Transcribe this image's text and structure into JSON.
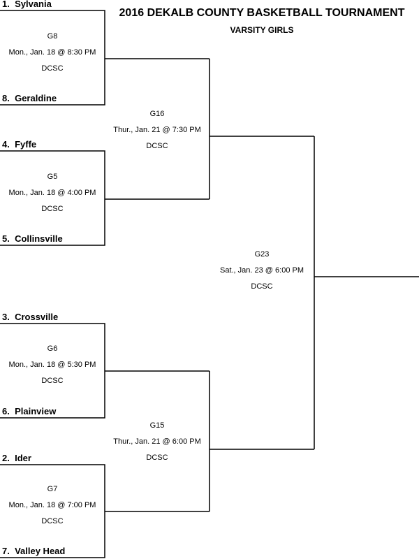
{
  "header": {
    "title": "2016 DEKALB COUNTY BASKETBALL TOURNAMENT",
    "subtitle": "VARSITY GIRLS"
  },
  "teams": [
    {
      "seed": "1.",
      "name": "Sylvania"
    },
    {
      "seed": "8.",
      "name": "Geraldine"
    },
    {
      "seed": "4.",
      "name": "Fyffe"
    },
    {
      "seed": "5.",
      "name": "Collinsville"
    },
    {
      "seed": "3.",
      "name": "Crossville"
    },
    {
      "seed": "6.",
      "name": "Plainview"
    },
    {
      "seed": "2.",
      "name": "Ider"
    },
    {
      "seed": "7.",
      "name": "Valley Head"
    }
  ],
  "games": {
    "g8": {
      "id": "G8",
      "time": "Mon., Jan. 18 @ 8:30 PM",
      "venue": "DCSC"
    },
    "g5": {
      "id": "G5",
      "time": "Mon., Jan. 18 @ 4:00 PM",
      "venue": "DCSC"
    },
    "g6": {
      "id": "G6",
      "time": "Mon., Jan. 18 @ 5:30 PM",
      "venue": "DCSC"
    },
    "g7": {
      "id": "G7",
      "time": "Mon., Jan. 18 @ 7:00 PM",
      "venue": "DCSC"
    },
    "g16": {
      "id": "G16",
      "time": "Thur., Jan. 21 @ 7:30 PM",
      "venue": "DCSC"
    },
    "g15": {
      "id": "G15",
      "time": "Thur., Jan. 21 @ 6:00 PM",
      "venue": "DCSC"
    },
    "g23": {
      "id": "G23",
      "time": "Sat., Jan. 23 @ 6:00 PM",
      "venue": "DCSC"
    }
  }
}
